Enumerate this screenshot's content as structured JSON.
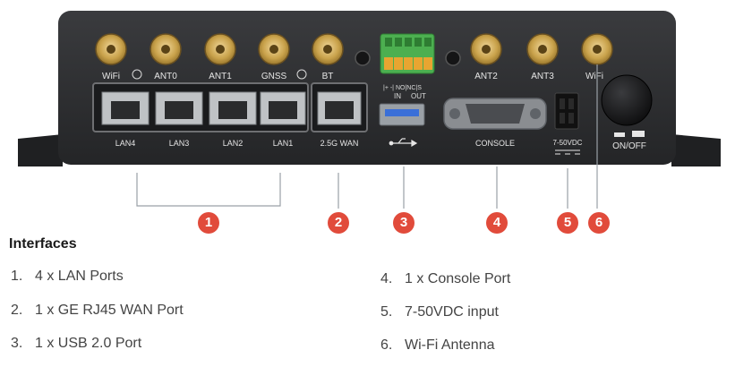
{
  "ports": {
    "antennas": [
      "WiFi",
      "ANT0",
      "ANT1",
      "GNSS",
      "BT",
      "ANT2",
      "ANT3",
      "WiFi"
    ],
    "lan": [
      "LAN4",
      "LAN3",
      "LAN2",
      "LAN1"
    ],
    "wan": "2.5G WAN",
    "console": "CONSOLE",
    "power": "7-50VDC",
    "switch": "ON/OFF",
    "io_in": "IN",
    "io_out": "OUT",
    "io_pins": "|+  -| NO|NC|S"
  },
  "callouts": [
    "1",
    "2",
    "3",
    "4",
    "5",
    "6"
  ],
  "interfaces": {
    "title": "Interfaces",
    "items": [
      {
        "num": "1.",
        "text": "4 x LAN Ports"
      },
      {
        "num": "2.",
        "text": "1 x GE RJ45 WAN Port"
      },
      {
        "num": "3.",
        "text": "1 x USB 2.0 Port"
      },
      {
        "num": "4.",
        "text": "1 x Console Port"
      },
      {
        "num": "5.",
        "text": "7-50VDC input"
      },
      {
        "num": "6.",
        "text": "Wi-Fi Antenna"
      }
    ]
  },
  "colors": {
    "body": "#2b2c2e",
    "connector_gold": "#c9a24b",
    "terminal_green": "#4caf50",
    "usb_blue": "#3a6fd8",
    "callout": "#e14b3b",
    "leader": "#9aa0a6"
  }
}
